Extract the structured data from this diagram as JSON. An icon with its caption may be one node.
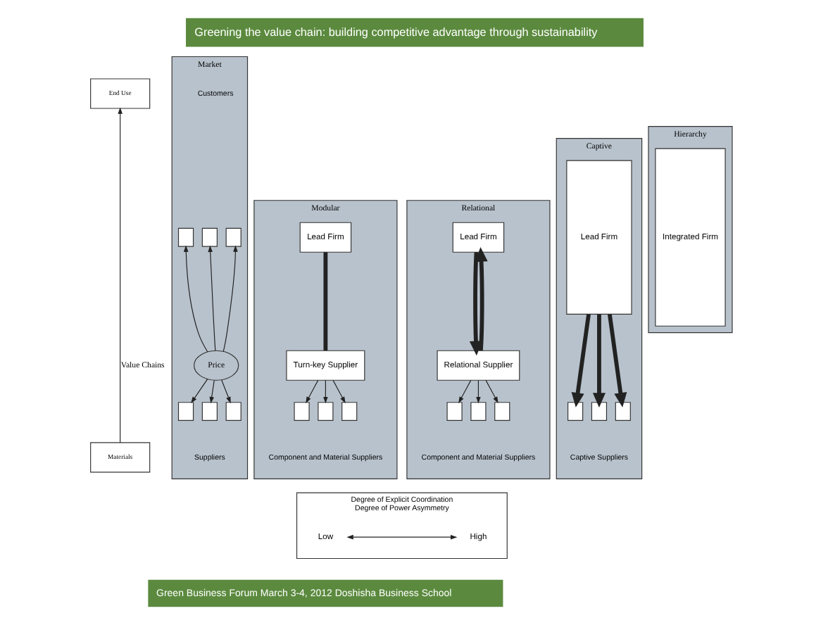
{
  "diagram": {
    "title": "Greening the value chain: building competitive advantage through sustainability",
    "caption": "Green Business Forum March 3-4, 2012 Doshisha Business School",
    "nodes": [
      {
        "text": [
          "Market"
        ]
      },
      {
        "text": [],
        "shape": "box",
        "in": 0
      },
      {
        "text": [],
        "shape": "box",
        "in": 0
      },
      {
        "text": [],
        "shape": "box",
        "in": 0
      },
      {
        "text": [
          "Price"
        ],
        "in": 0
      },
      {
        "text": [],
        "shape": "box",
        "in": 0
      },
      {
        "text": [],
        "shape": "box",
        "in": 0
      },
      {
        "text": [],
        "shape": "box",
        "in": 0
      },
      {
        "text": [
          "Modular"
        ]
      },
      {
        "text": [
          "Lead Firm"
        ],
        "in": 8
      },
      {
        "text": [
          "Turn-key Supplier"
        ],
        "in": 8
      },
      {
        "text": [],
        "shape": "box",
        "in": 8
      },
      {
        "text": [],
        "shape": "box",
        "in": 8
      },
      {
        "text": [],
        "shape": "box",
        "in": 8
      },
      {
        "text": [
          "Relational"
        ]
      },
      {
        "text": [
          "Lead Firm"
        ],
        "in": 14
      },
      {
        "text": [
          "Relational Supplier"
        ],
        "in": 14
      },
      {
        "text": [],
        "shape": "box",
        "in": 14
      },
      {
        "text": [],
        "shape": "box",
        "in": 14
      },
      {
        "text": [],
        "shape": "box",
        "in": 14
      },
      {
        "text": [
          "Captive"
        ]
      },
      {
        "text": [
          "Lead Firm"
        ],
        "in": 20
      },
      {
        "text": [],
        "shape": "box",
        "in": 20
      },
      {
        "text": [],
        "shape": "box",
        "in": 20
      },
      {
        "text": [],
        "shape": "box",
        "in": 20
      },
      {
        "text": [
          "Hierarchy"
        ]
      },
      {
        "text": [
          "Integrated Firm"
        ],
        "in": 25
      },
      {
        "text": [
          "End Use"
        ]
      },
      {
        "text": [
          "Materials"
        ]
      },
      {
        "text": [
          "Degree of Explicit Coordination",
          "Degree of Power Asymmetry"
        ]
      },
      {
        "text": [
          "Low"
        ],
        "in": 29
      },
      {
        "text": [
          "High"
        ],
        "in": 29
      }
    ],
    "edges": [
      {
        "from": 4,
        "to": 1,
        "arrow": "to"
      },
      {
        "from": 4,
        "to": 2,
        "arrow": "to"
      },
      {
        "from": 4,
        "to": 3,
        "arrow": "to"
      },
      {
        "from": 4,
        "to": 5,
        "arrow": "to"
      },
      {
        "from": 4,
        "to": 6,
        "arrow": "to"
      },
      {
        "from": 4,
        "to": 7,
        "arrow": "to"
      },
      {
        "from": 9,
        "to": 10,
        "arrow": "none",
        "style": "thick"
      },
      {
        "from": 10,
        "to": 11,
        "arrow": "to"
      },
      {
        "from": 10,
        "to": 12,
        "arrow": "to"
      },
      {
        "from": 10,
        "to": 13,
        "arrow": "to"
      },
      {
        "from": 16,
        "to": 15,
        "arrow": "to",
        "style": "thick"
      },
      {
        "from": 15,
        "to": 16,
        "arrow": "to",
        "style": "thick"
      },
      {
        "from": 16,
        "to": 17,
        "arrow": "to"
      },
      {
        "from": 16,
        "to": 18,
        "arrow": "to"
      },
      {
        "from": 16,
        "to": 19,
        "arrow": "to"
      },
      {
        "from": 21,
        "to": 22,
        "arrow": "to",
        "style": "thick"
      },
      {
        "from": 21,
        "to": 23,
        "arrow": "to",
        "style": "thick"
      },
      {
        "from": 21,
        "to": 24,
        "arrow": "to",
        "style": "thick"
      },
      {
        "from": 28,
        "to": 27,
        "arrow": "to",
        "label": "Value Chains"
      },
      {
        "from": 30,
        "to": 31,
        "arrow": "both"
      }
    ],
    "labels": [
      "Customers",
      "Suppliers",
      "Component and Material Suppliers",
      "Component and Material Suppliers",
      "Captive Suppliers"
    ]
  }
}
